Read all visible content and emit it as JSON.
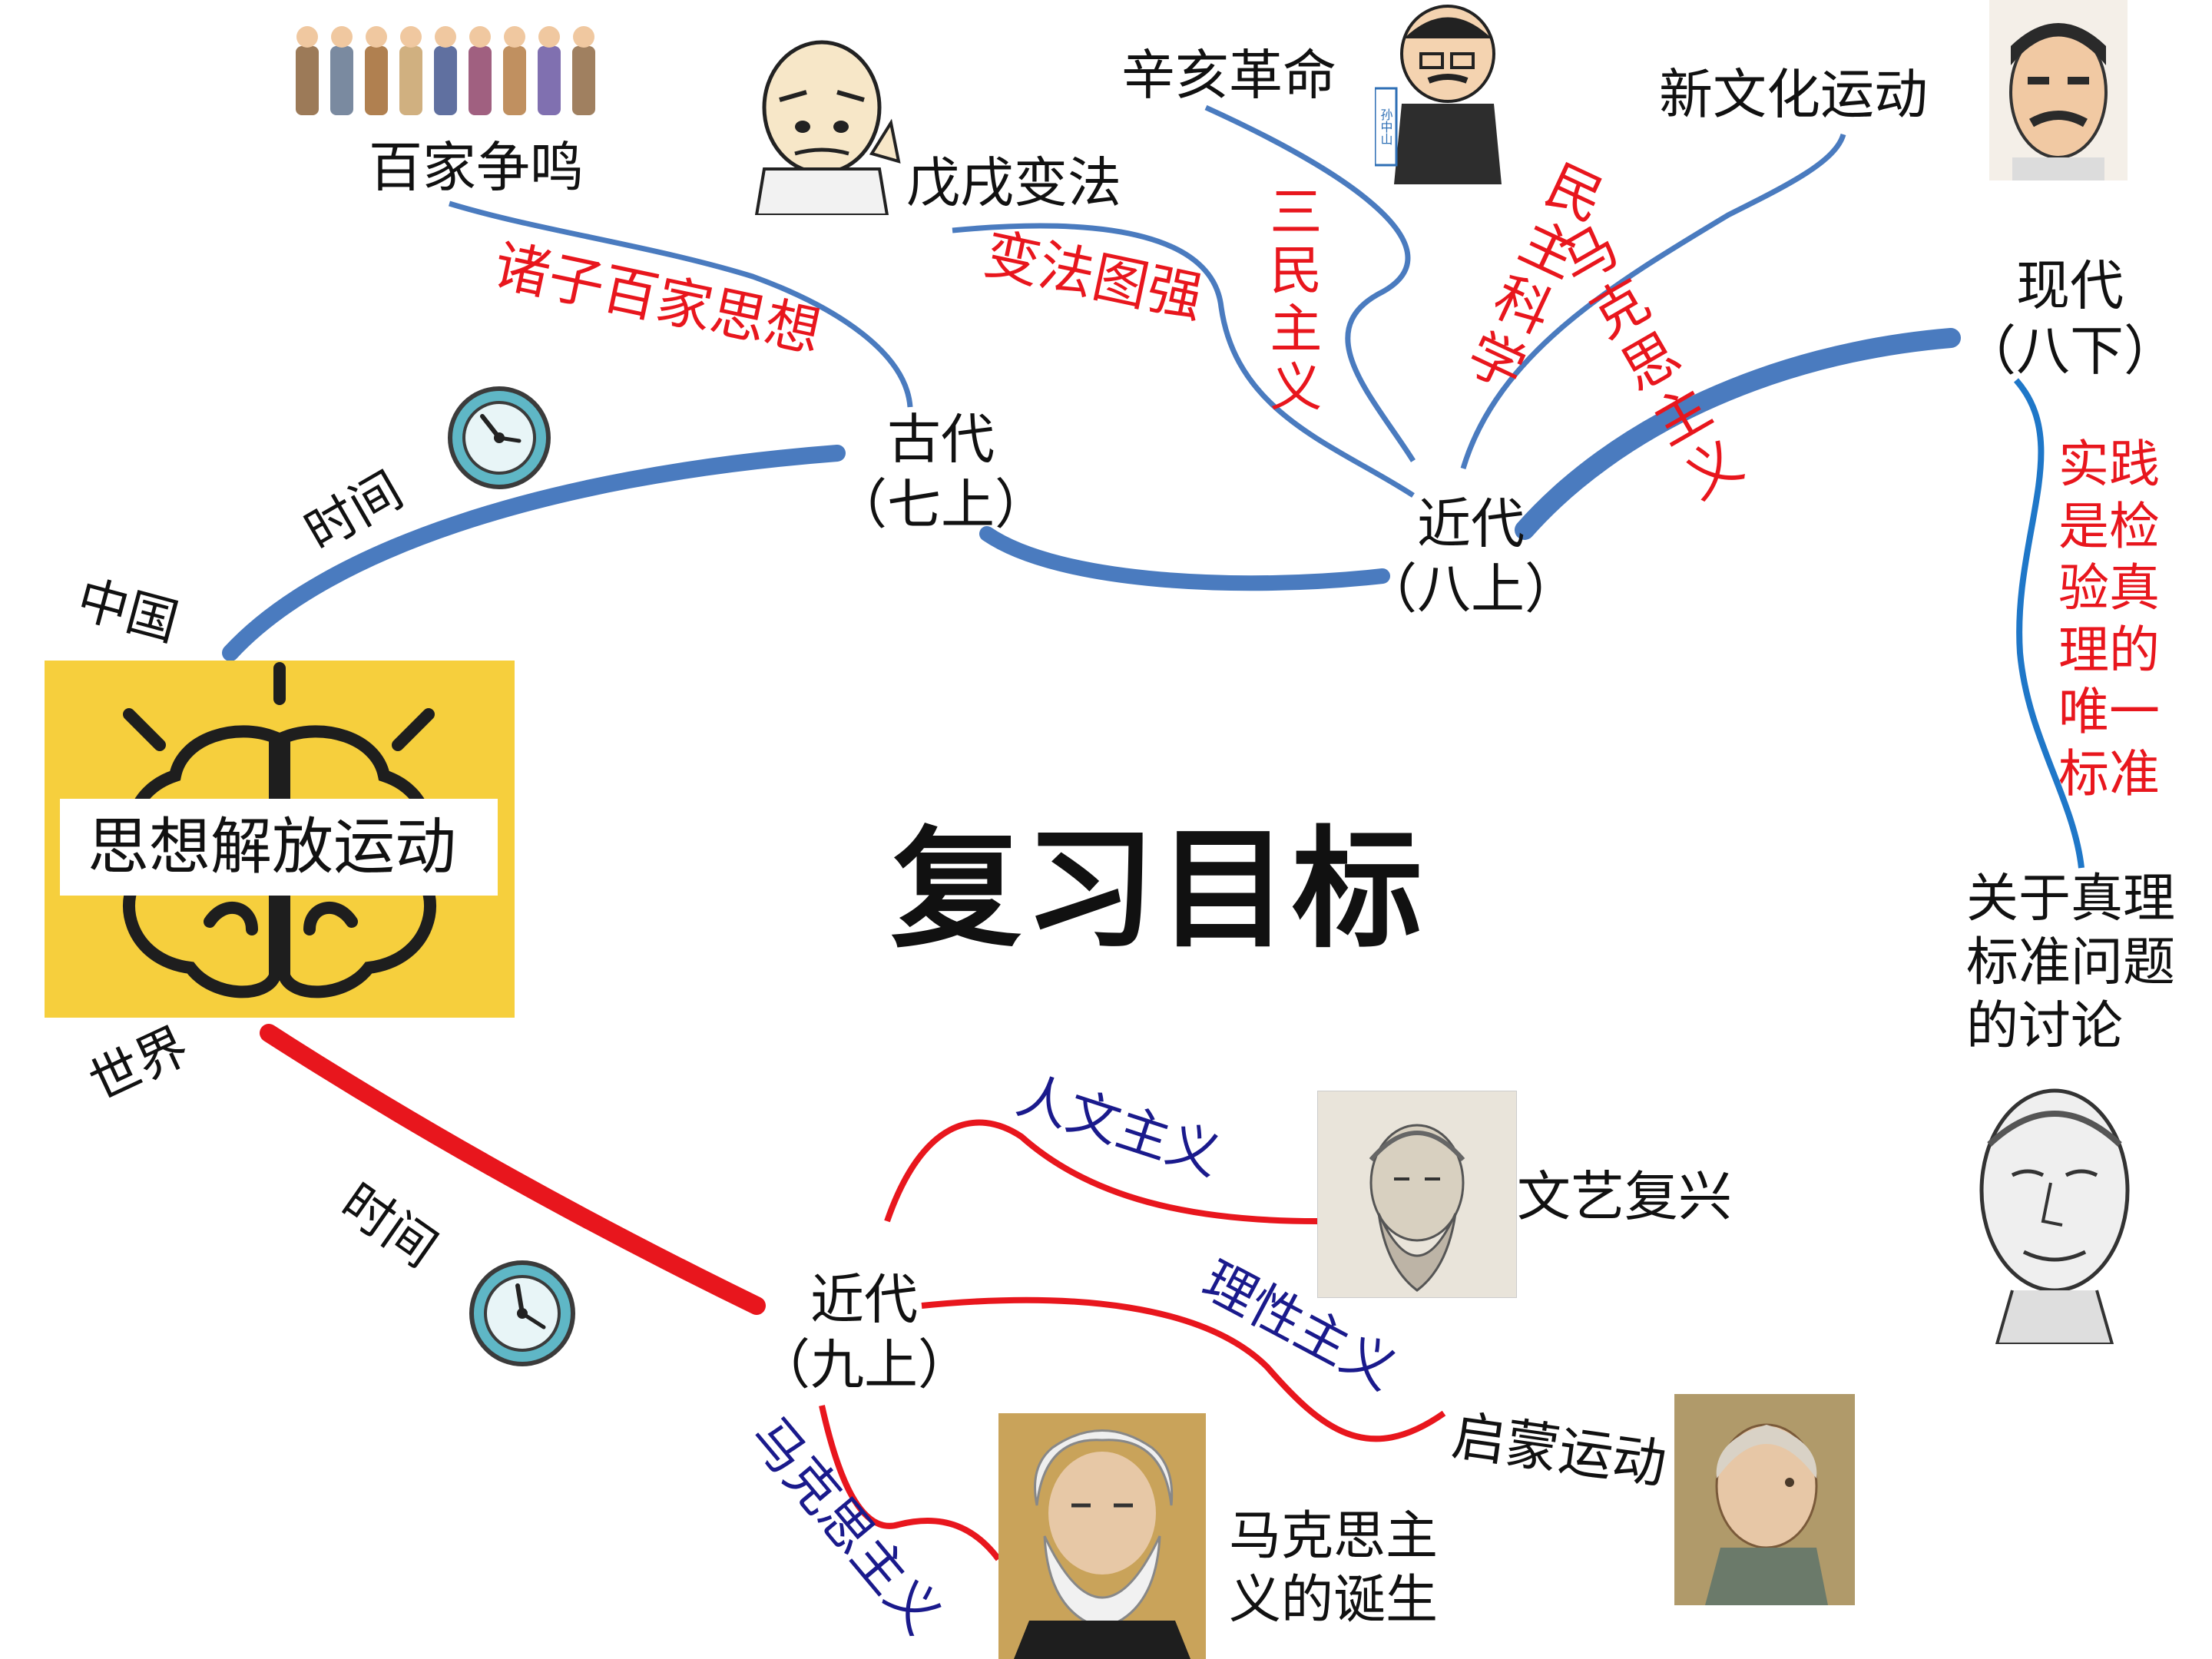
{
  "title": "复习目标",
  "center": {
    "label": "思想解放运动"
  },
  "branches": {
    "china": "中国",
    "world": "世界",
    "time_top": "时间",
    "time_bottom": "时间"
  },
  "china_nodes": {
    "ancient": {
      "label": "古代\n（七上）",
      "children": [
        "百家争鸣"
      ],
      "edge_labels": [
        "诸子百家思想"
      ]
    },
    "modern": {
      "label": "近代\n（八上）",
      "children": [
        "戊戌变法",
        "辛亥革命",
        "新文化运动"
      ],
      "edge_labels": [
        "变法图强",
        "三民主义",
        "民主科学",
        "马克思主义"
      ]
    },
    "contemporary": {
      "label": "现代\n（八下）",
      "children": [
        "关于真理\n标准问题\n的讨论"
      ],
      "edge_labels": [
        "实践\n是检\n验真\n理的\n唯一\n标准"
      ]
    }
  },
  "world_nodes": {
    "modern": {
      "label": "近代\n（九上）",
      "children": [
        "文艺复兴",
        "启蒙运动",
        "马克思主\n义的诞生"
      ],
      "edge_labels": [
        "人文主义",
        "理性主义",
        "马克思主义"
      ]
    }
  },
  "portraits": {
    "sun_badge": "孙中山"
  },
  "colors": {
    "china_line": "#4a7bbf",
    "world_line": "#e8161d",
    "label_red": "#e8161d",
    "label_blue": "#1a1a8c",
    "brain_bg": "#f6cf3d"
  }
}
